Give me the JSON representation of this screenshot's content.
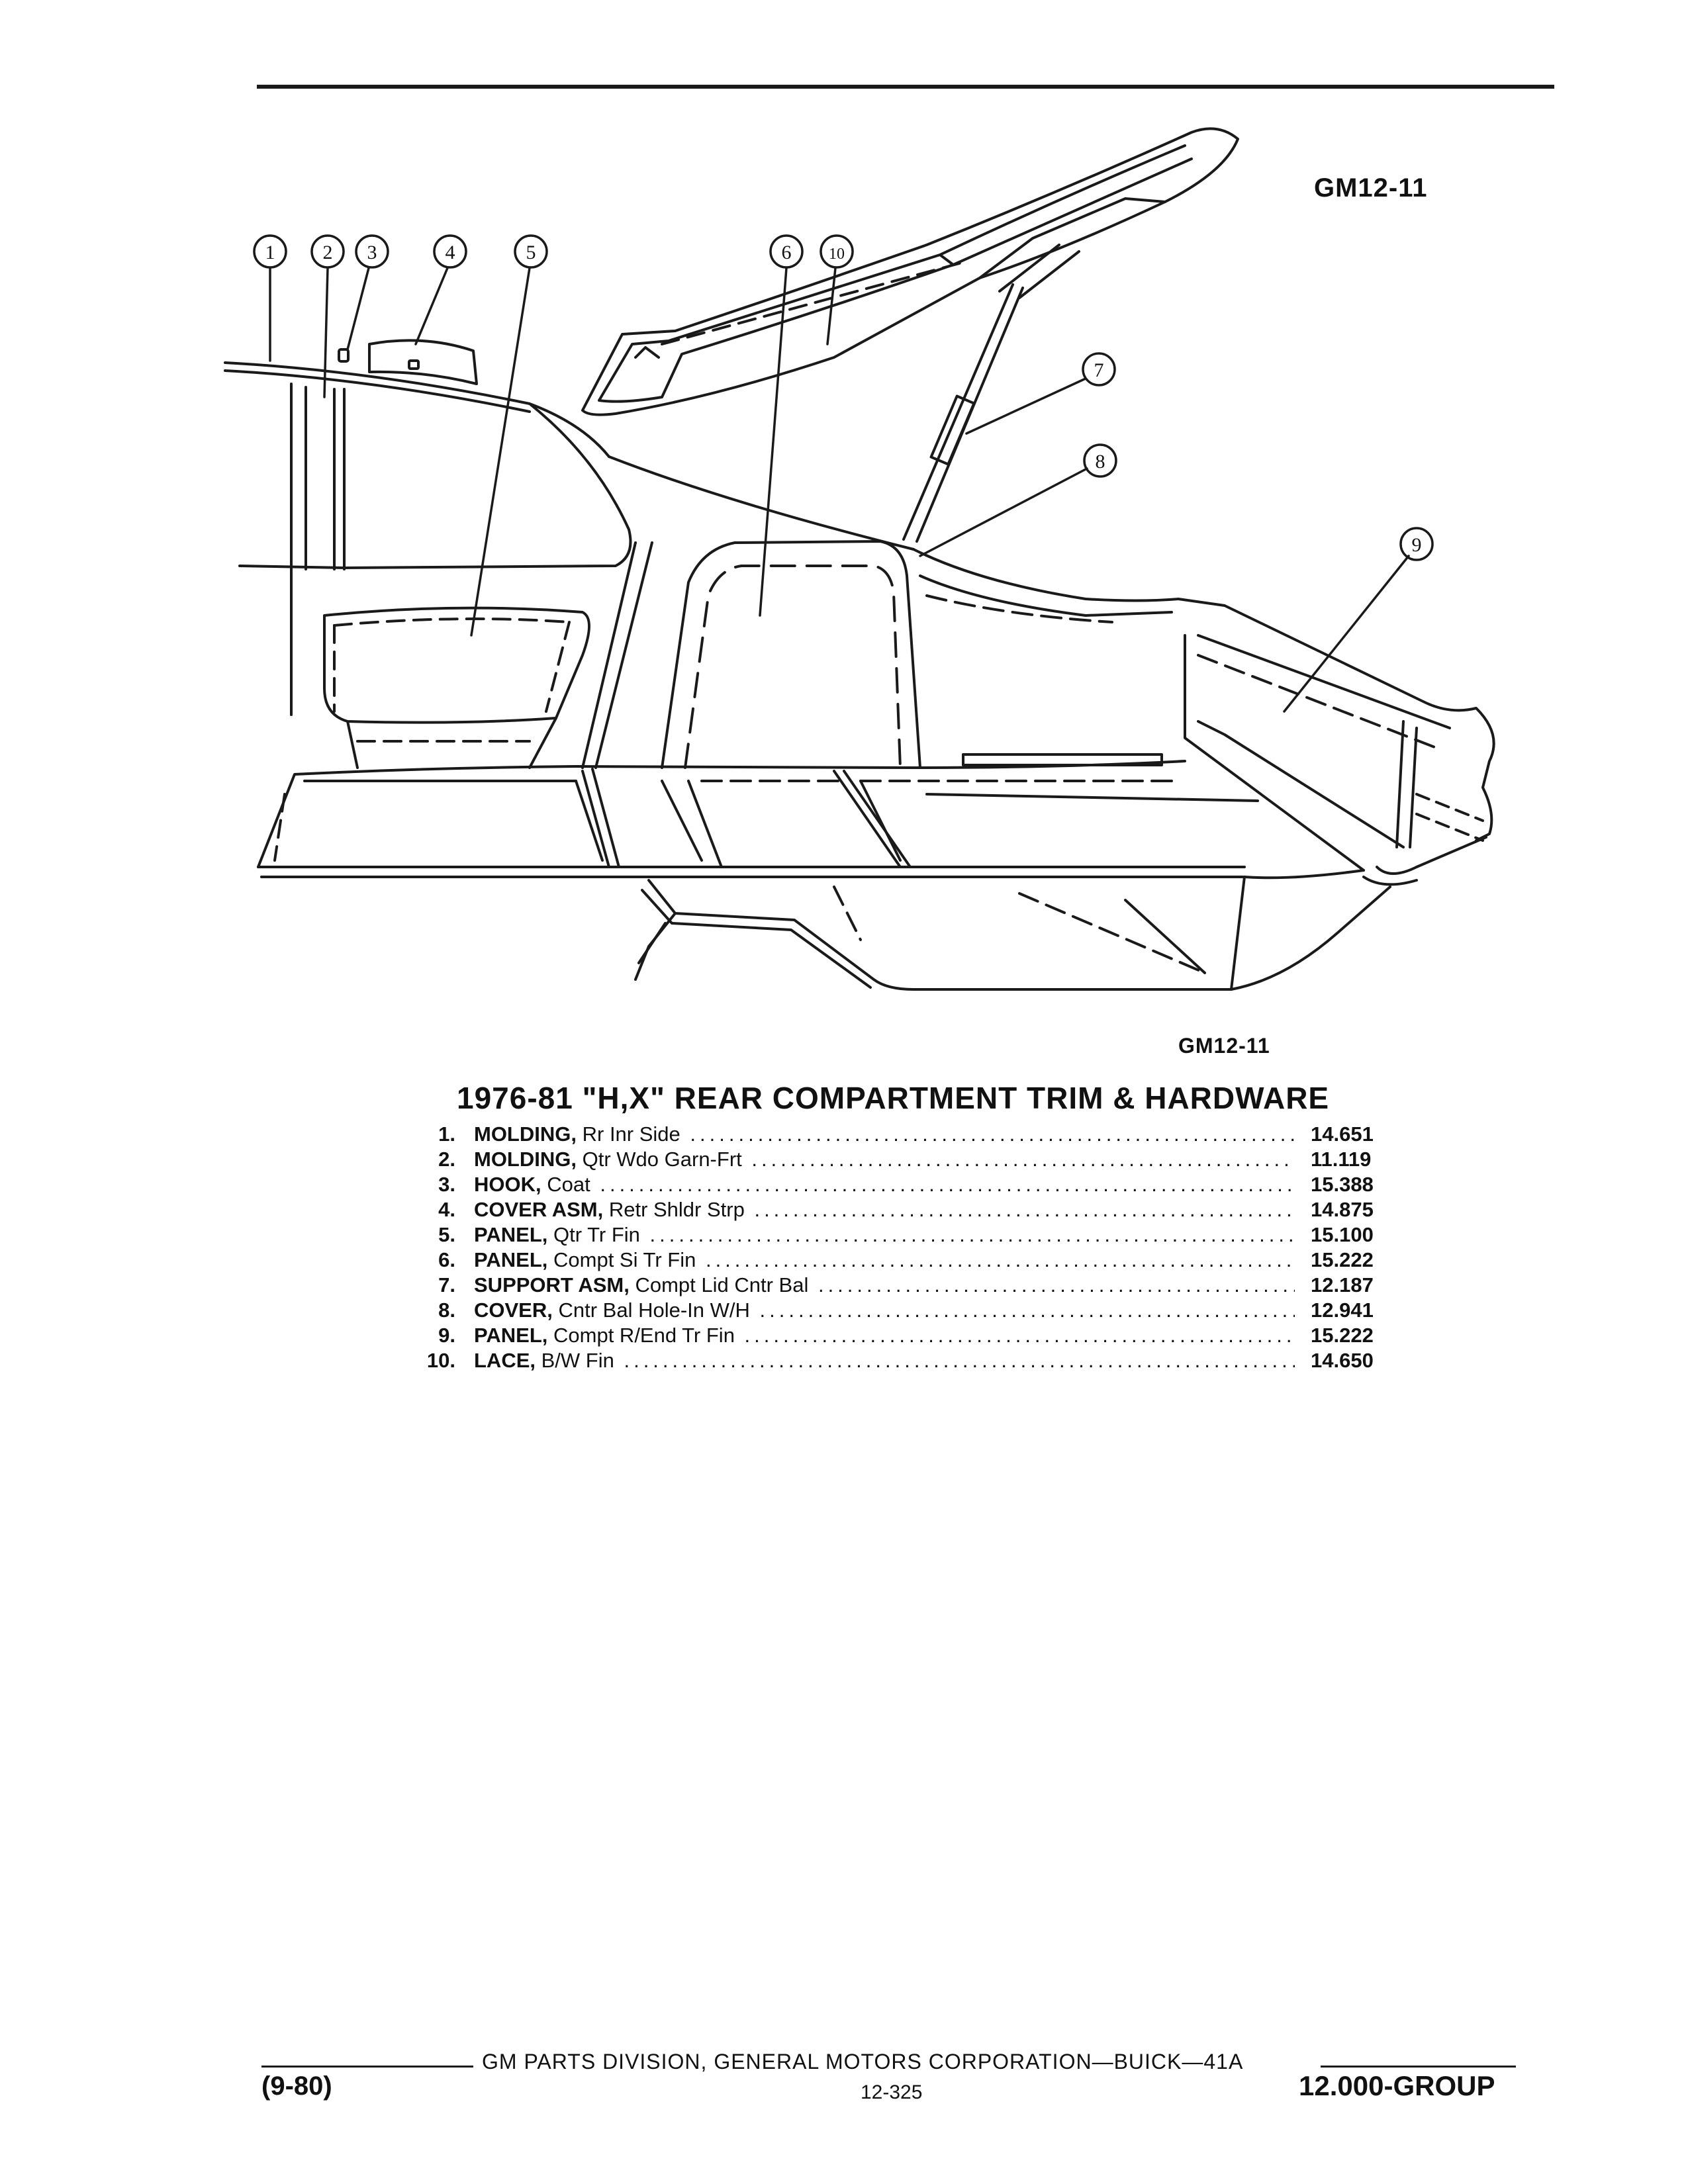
{
  "figure": {
    "id_top": "GM12-11",
    "id_bottom": "GM12-11",
    "callouts": [
      "1",
      "2",
      "3",
      "4",
      "5",
      "6",
      "10",
      "7",
      "8",
      "9"
    ]
  },
  "title": "1976-81 \"H,X\" REAR COMPARTMENT TRIM & HARDWARE",
  "parts": [
    {
      "num": "1.",
      "name": "MOLDING,",
      "detail": "Rr Inr Side",
      "ref": "14.651"
    },
    {
      "num": "2.",
      "name": "MOLDING,",
      "detail": "Qtr Wdo Garn-Frt",
      "ref": "11.119"
    },
    {
      "num": "3.",
      "name": "HOOK,",
      "detail": "Coat",
      "ref": "15.388"
    },
    {
      "num": "4.",
      "name": "COVER ASM,",
      "detail": "Retr Shldr Strp",
      "ref": "14.875"
    },
    {
      "num": "5.",
      "name": "PANEL,",
      "detail": "Qtr Tr Fin",
      "ref": "15.100"
    },
    {
      "num": "6.",
      "name": "PANEL,",
      "detail": "Compt Si Tr Fin",
      "ref": "15.222"
    },
    {
      "num": "7.",
      "name": "SUPPORT ASM,",
      "detail": "Compt Lid Cntr Bal",
      "ref": "12.187"
    },
    {
      "num": "8.",
      "name": "COVER,",
      "detail": "Cntr Bal Hole-In W/H",
      "ref": "12.941"
    },
    {
      "num": "9.",
      "name": "PANEL,",
      "detail": "Compt R/End Tr Fin",
      "ref": "15.222"
    },
    {
      "num": "10.",
      "name": "LACE,",
      "detail": "B/W Fin",
      "ref": "14.650"
    }
  ],
  "footer": {
    "division": "GM PARTS DIVISION, GENERAL MOTORS CORPORATION—BUICK—41A",
    "page": "12-325",
    "date_code": "(9-80)",
    "group": "12.000-GROUP"
  }
}
